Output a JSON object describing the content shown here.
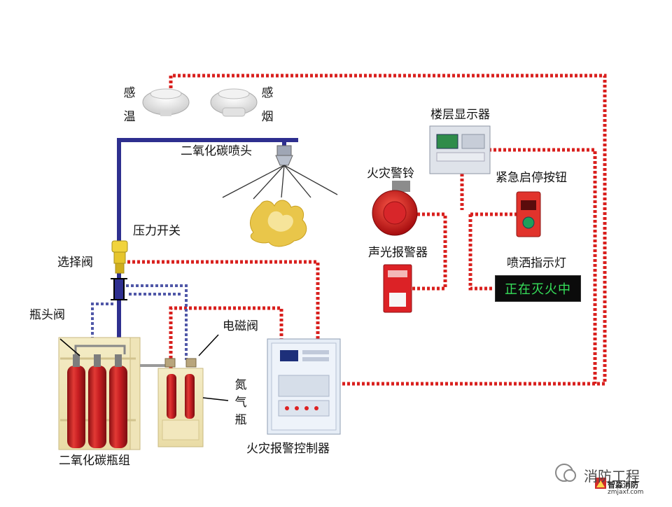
{
  "labels": {
    "heat_detector": [
      "感",
      "温"
    ],
    "smoke_detector": [
      "感",
      "烟"
    ],
    "co2_nozzle": "二氧化碳喷头",
    "pressure_switch": "压力开关",
    "selector_valve": "选择阀",
    "bottle_valve": "瓶头阀",
    "solenoid_valve": "电磁阀",
    "nitrogen_bottle": [
      "氮",
      "气",
      "瓶"
    ],
    "co2_bottle_group": "二氧化碳瓶组",
    "fire_alarm_controller": "火灾报警控制器",
    "floor_display": "楼层显示器",
    "fire_bell": "火灾警铃",
    "emergency_button": "紧急启停按钮",
    "sound_light_alarm": "声光报警器",
    "spray_indicator": "喷洒指示灯"
  },
  "indicator_sign": "正在灭火中",
  "watermark": {
    "brand": "消防工程",
    "logo_text": "智淼消防",
    "logo_url": "zmjaxf.com"
  },
  "colors": {
    "signal_line": "#d9201e",
    "co2_pipe": "#2e2f8f",
    "pilot_line": "#5058a8",
    "cylinder": "#c81e22",
    "sign_text": "#36e05a"
  }
}
